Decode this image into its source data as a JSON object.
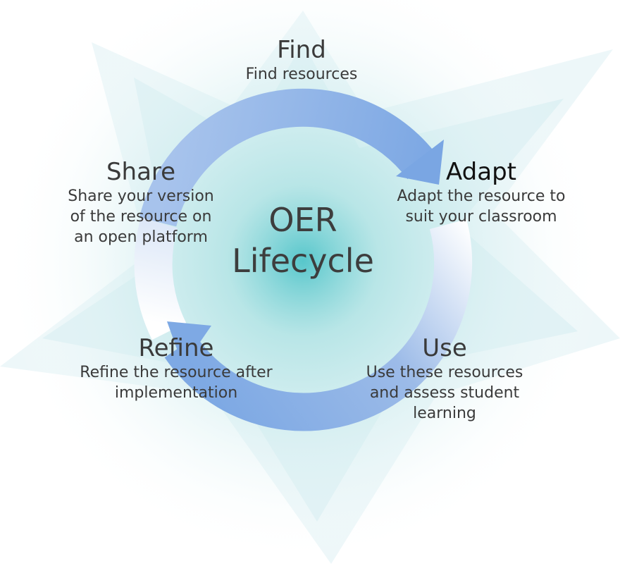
{
  "title": [
    "OER",
    "Lifecycle"
  ],
  "colors": {
    "arrow": "#84ade6",
    "arrow_light": "#ffffff",
    "center_glow": "#3fbfc4",
    "outer_glow": "#d9eef3"
  },
  "stages": [
    {
      "id": "find",
      "title": "Find",
      "description": "Find resources"
    },
    {
      "id": "adapt",
      "title": "Adapt",
      "description": "Adapt the resource to\nsuit your classroom"
    },
    {
      "id": "use",
      "title": "Use",
      "description": "Use these resources\nand assess student\nlearning"
    },
    {
      "id": "refine",
      "title": "Refine",
      "description": "Refine the resource after\nimplementation"
    },
    {
      "id": "share",
      "title": "Share",
      "description": "Share your version\nof the resource on\nan open platform"
    }
  ]
}
